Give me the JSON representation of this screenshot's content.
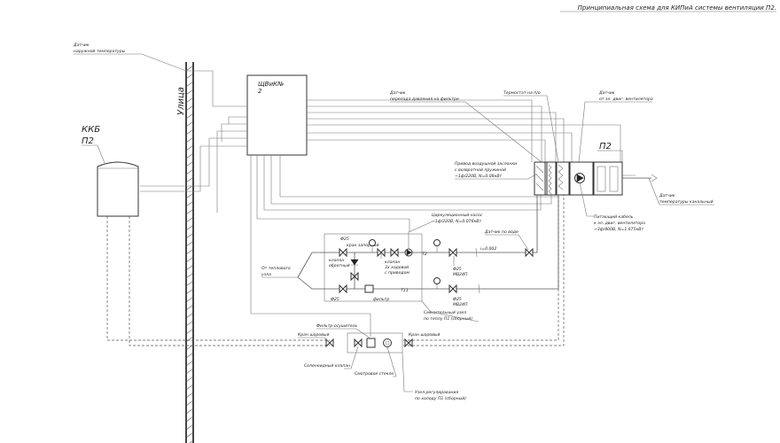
{
  "title": "Принципиальная схема для КИПиА системы вентиляции П2.",
  "street_label": "Улица",
  "panel": {
    "line1": "ЩВиК№",
    "line2": "2"
  },
  "kkb": {
    "line1": "ККБ",
    "line2": "П2"
  },
  "unit_label": "П2",
  "labels": {
    "outdoor_sensor": {
      "l1": "Датчик",
      "l2": "наружной температуры"
    },
    "filter_dp_sensor": {
      "l1": "Датчик",
      "l2": "перепада давления на фильтре"
    },
    "thermostat": "Термостат на п/о",
    "fan_sensor": {
      "l1": "Датчик",
      "l2": "от эл. двиг. вентилятора"
    },
    "damper_drive": {
      "l1": "Привод воздушной заслонки",
      "l2": "с возвратной пружиной",
      "l3": "~1ф/220В, N=0.08кВт"
    },
    "duct_sensor": {
      "l1": "Датчик",
      "l2": "температуры канальный"
    },
    "supply_cable": {
      "l1": "Питающий кабель",
      "l2": "к эл. двиг. вентилятора",
      "l3": "~3ф/400В, N=1.675кВт"
    },
    "circ_pump": {
      "l1": "Циркуляционный насос",
      "l2": "~1ф/220В, N=0.076кВт"
    },
    "water_sensor": "Датчик по воде",
    "i_value": "i=0.002",
    "t2": "Т2",
    "t11": "Т11",
    "phi25": "Ф25",
    "phi25_2": "Ф25",
    "phi25_3": "Ф25",
    "phi25_4": "Ф25",
    "ball_valve_shut": "кран запорный",
    "check_valve": {
      "l1": "клапан",
      "l2": "обратный"
    },
    "three_way": {
      "l1": "клапан",
      "l2": "3х ходовой",
      "l3": "с приводом"
    },
    "filter": "фильтр",
    "mpu1": "МВ24П",
    "mpu2": "МВ24П",
    "from_heat_node": {
      "l1": "От теплового",
      "l2": "узла"
    },
    "mixing_node": {
      "l1": "Смесительный узел",
      "l2": "по теплу П1 (сборный)"
    },
    "filter_dryer": "Фильтр-осушитель",
    "ball_valve_left": "Кран шаровый",
    "ball_valve_right": "Кран шаровый",
    "solenoid": "Соленоидный клапан",
    "sight_glass": "Смотровое стекло",
    "reg_node": {
      "l1": "Узел регулирования",
      "l2": "по холоду П1 (сборный)"
    }
  }
}
